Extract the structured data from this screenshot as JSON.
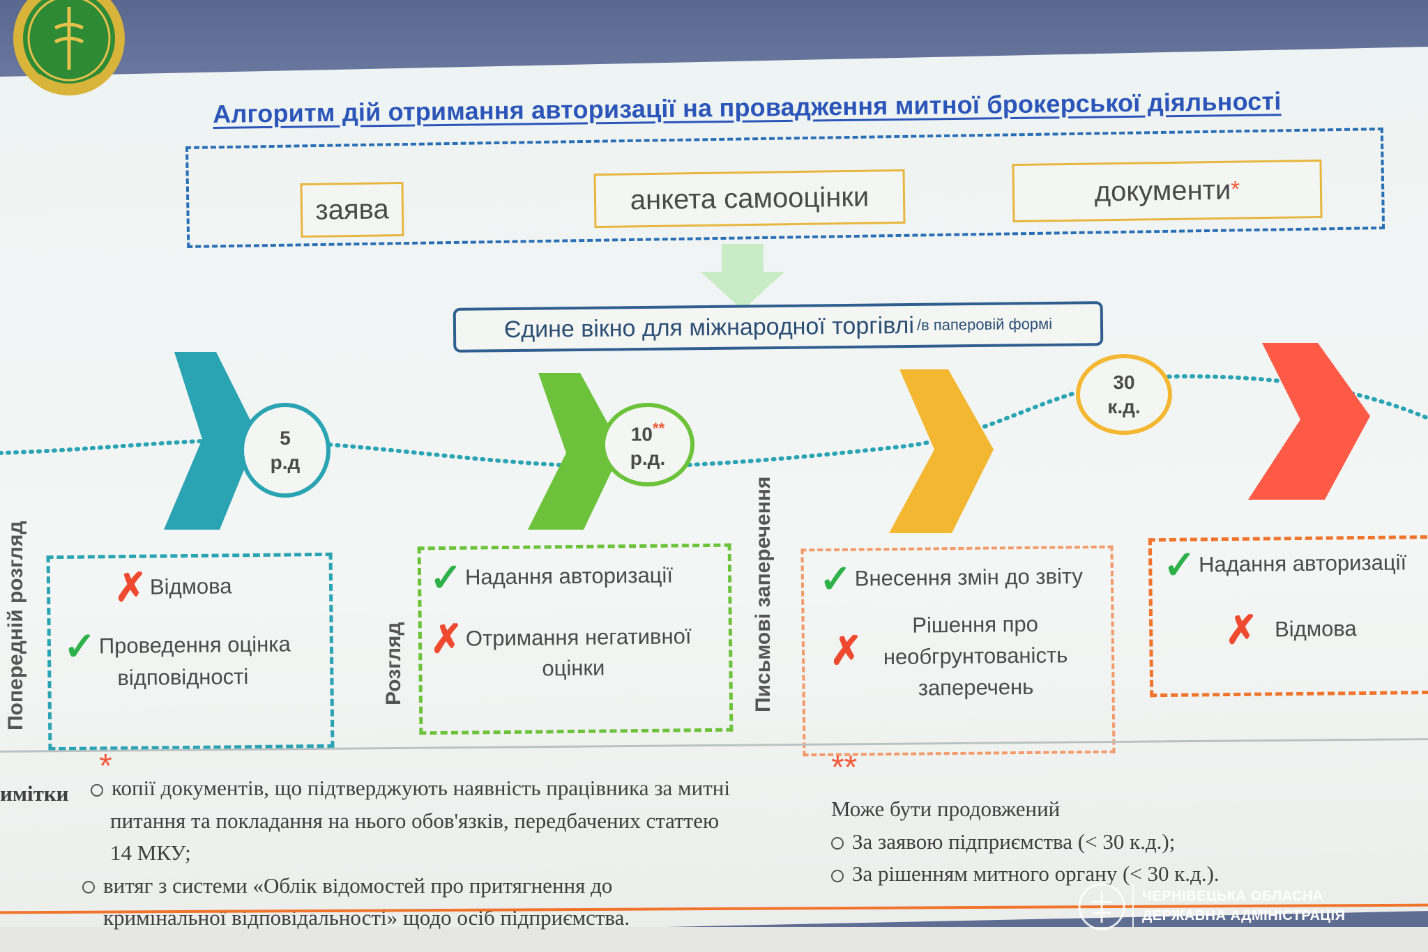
{
  "title": "Алгоритм дій отримання авторизації на провадження митної брокерської діяльності",
  "inputs": [
    {
      "label": "заява",
      "star": ""
    },
    {
      "label": "анкета самооцінки",
      "star": ""
    },
    {
      "label": "документи",
      "star": "*"
    }
  ],
  "single_window": {
    "main": "Єдине вікно для міжнародної торгівлі",
    "suffix": "/в паперовій формі"
  },
  "timeline": [
    {
      "days": "5",
      "unit": "р.д",
      "stars": ""
    },
    {
      "days": "10",
      "unit": "р.д.",
      "stars": "**"
    },
    {
      "days": "30",
      "unit": "к.д.",
      "stars": ""
    }
  ],
  "stages": [
    {
      "label": "Попередній розгляд"
    },
    {
      "label": "Розгляд"
    },
    {
      "label": "Письмові заперечення"
    }
  ],
  "outcome_boxes": [
    {
      "items": [
        {
          "mark": "✗",
          "text": "Відмова"
        },
        {
          "mark": "✓",
          "text": "Проведення оцінка",
          "text2": "відповідності"
        }
      ]
    },
    {
      "items": [
        {
          "mark": "✓",
          "text": "Надання авторизації"
        },
        {
          "mark": "✗",
          "text": "Отримання негативної",
          "text2": "оцінки"
        }
      ]
    },
    {
      "items": [
        {
          "mark": "✓",
          "text": "Внесення змін до звіту"
        },
        {
          "mark": "✗",
          "text": "Рішення про",
          "text2": "необгрунтованість",
          "text3": "заперечень"
        }
      ]
    },
    {
      "items": [
        {
          "mark": "✓",
          "text": "Надання авторизації"
        },
        {
          "mark": "✗",
          "text": "Відмова"
        }
      ]
    }
  ],
  "notes": {
    "star1": "*",
    "heading": "имітки",
    "item1_line1": "копії документів, що підтверджують наявність працівника за митні",
    "item1_line2": "питання та покладання на нього обов'язків, передбачених статтею",
    "item1_line3": "14 МКУ;",
    "item2_line1": "витяг з системи «Облік відомостей про притягнення до",
    "item2_line2": "кримінальної відповідальності» щодо осіб підприємства.",
    "star2": "**",
    "ext_heading": "Може бути продовжений",
    "ext1": "За заявою підприємства (< 30 к.д.);",
    "ext2": "За рішенням митного органу (< 30 к.д.)."
  },
  "footer": {
    "line1": "ЧЕРНІВЕЦЬКА ОБЛАСНА",
    "line2": "ДЕРЖАВНА АДМІНІСТРАЦІЯ"
  },
  "colors": {
    "blue": "#2a6fb6",
    "teal": "#2aa3b3",
    "green": "#6cc23a",
    "yellow": "#f4b731",
    "red": "#ff5a45",
    "orange_box": "#f39a6a"
  }
}
